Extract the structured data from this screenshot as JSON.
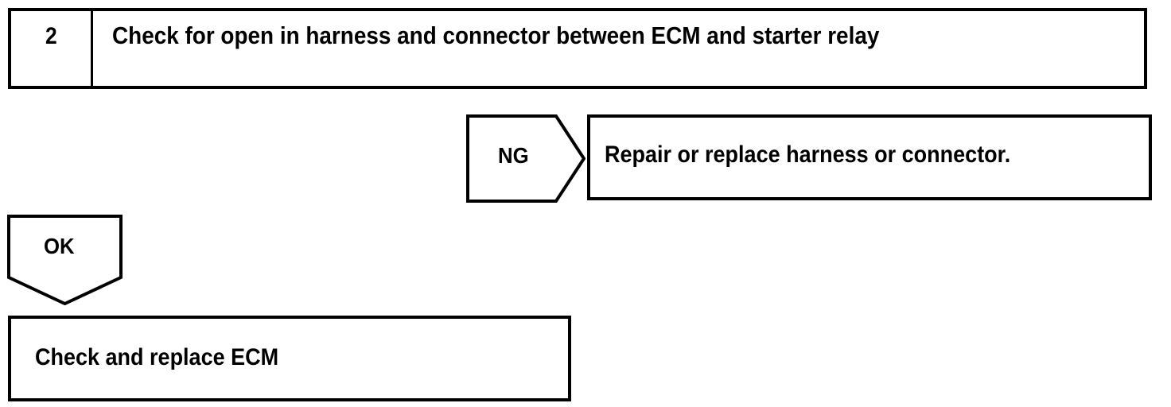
{
  "page": {
    "title": "Check for open in harness and connector between ECM and starter relay",
    "background_color": "#ffffff",
    "line_color": "#000000",
    "text_color": "#000000"
  },
  "step": {
    "number": "2",
    "title": "Check for open in harness and connector between ECM and starter relay"
  },
  "branches": {
    "ng": {
      "label": "NG",
      "direction": "right",
      "result": "Repair or replace harness or connector."
    },
    "ok": {
      "label": "OK",
      "direction": "down",
      "result": "Check and replace ECM"
    }
  },
  "outcomes": {
    "ng_action": "Repair or replace harness or connector.",
    "ok_action": "Check and replace ECM"
  }
}
